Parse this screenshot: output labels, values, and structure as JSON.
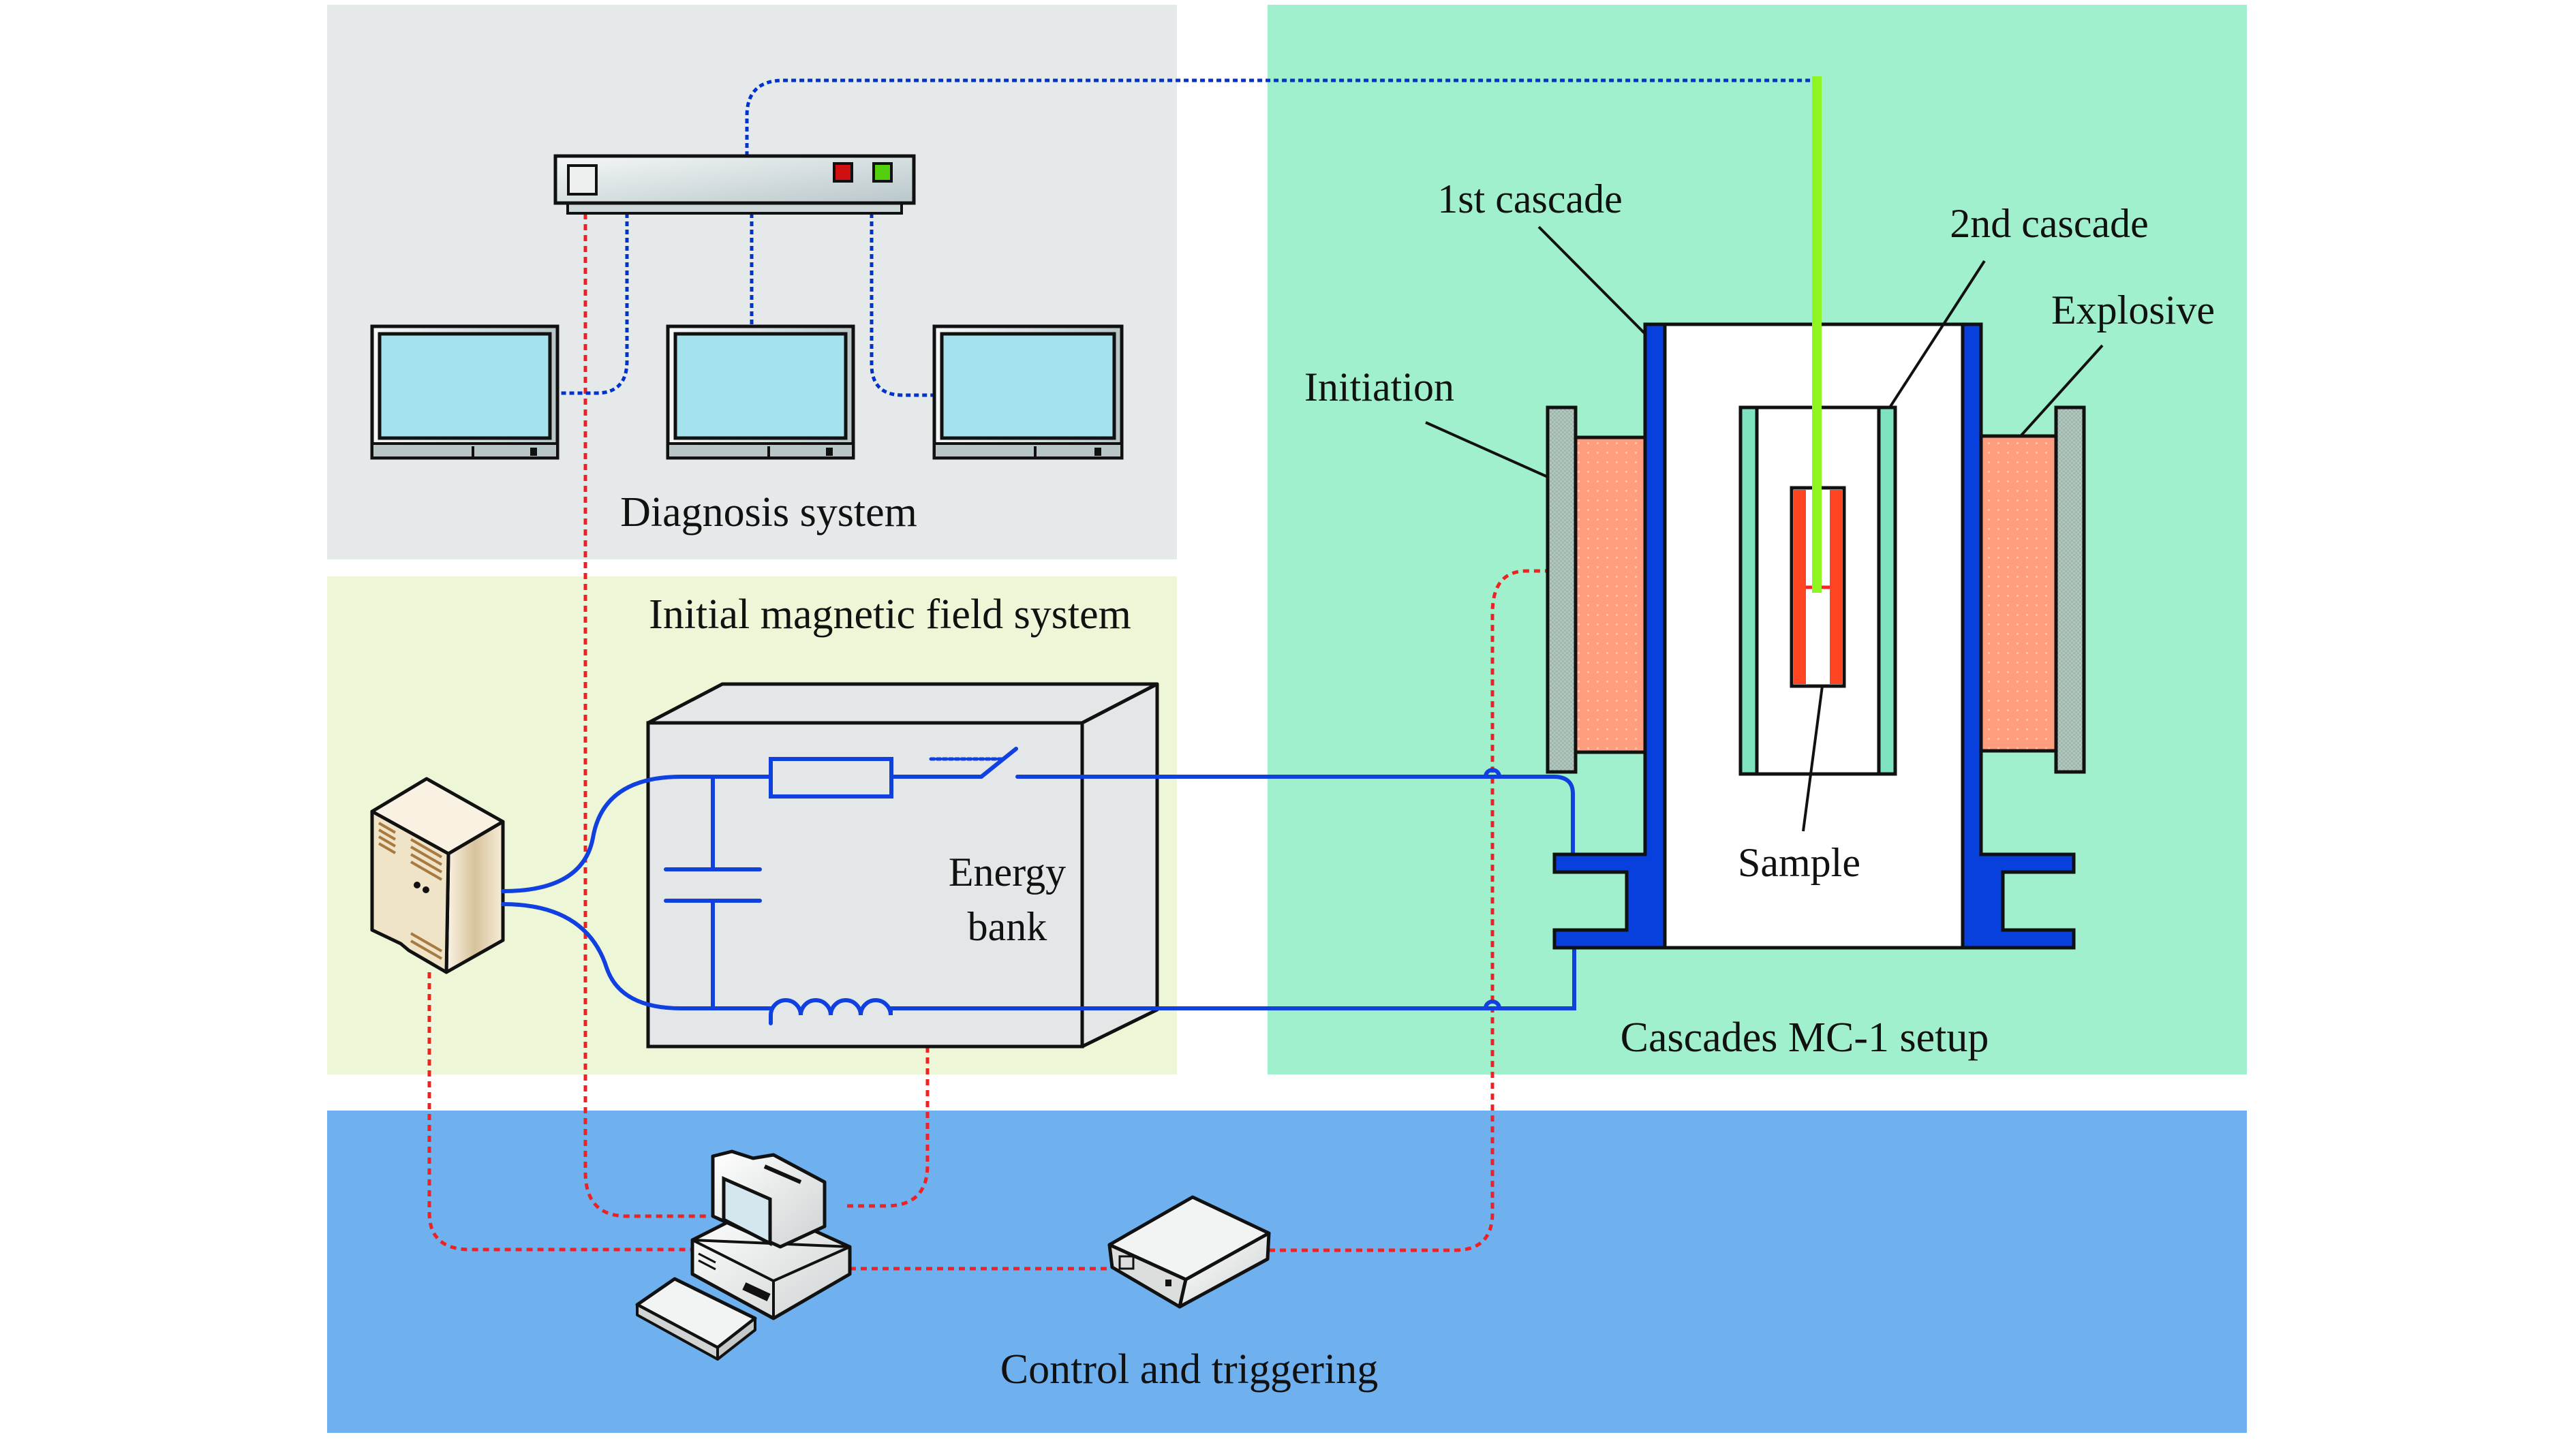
{
  "panels": {
    "diagnosis": {
      "title": "Diagnosis system",
      "color": "#e5e9ea"
    },
    "magnetic": {
      "title": "Initial magnetic field system",
      "color": "#edf6d6"
    },
    "setup": {
      "title": "Cascades MC-1 setup",
      "color": "#a1f0cd"
    },
    "control": {
      "title": "Control and triggering",
      "color": "#6fb0ee"
    }
  },
  "labels": {
    "first_cascade": "1st cascade",
    "second_cascade": "2nd cascade",
    "explosive": "Explosive",
    "initiation": "Initiation",
    "sample": "Sample",
    "energy_bank_line1": "Energy",
    "energy_bank_line2": "bank"
  },
  "colors": {
    "cascade_wall": "#0840de",
    "second_cascade_wall": "#80e3c0",
    "explosive": "#ff9e7e",
    "initiation": "#9fb8ae",
    "sample": "#ff4422",
    "probe": "#8ef520",
    "signal_line": "#0033cc",
    "trigger_line": "#ee2222",
    "circuit_wire": "#1040e0",
    "monitor_screen": "#a4e3ed"
  },
  "icons": {
    "network_switch": "network-switch-icon",
    "monitor": "monitor-icon",
    "server": "server-tower-icon",
    "computer": "desktop-computer-icon",
    "trigger_box": "trigger-box-icon"
  }
}
